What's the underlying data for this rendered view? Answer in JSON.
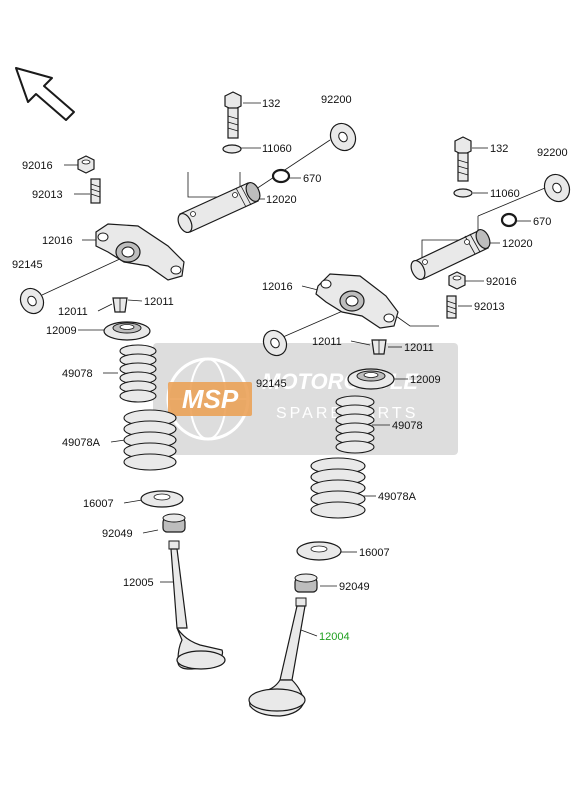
{
  "colors": {
    "part_fill": "#e9e9e9",
    "part_dark": "#bdbdbd",
    "outline": "#1a1a1a",
    "label": "#111111",
    "highlight_label": "#1fa01f",
    "watermark_bg": "#d8d8d8",
    "watermark_accent": "#e8923c"
  },
  "watermark": {
    "logo": "MSP",
    "line1": "MOTORCYCLE",
    "line2": "SPARE PARTS"
  },
  "icons": {
    "direction": "front-direction-arrow-icon"
  },
  "callouts": [
    {
      "id": "c132a",
      "text": "132"
    },
    {
      "id": "c92200a",
      "text": "92200"
    },
    {
      "id": "c11060a",
      "text": "11060"
    },
    {
      "id": "c670a",
      "text": "670"
    },
    {
      "id": "c12020a",
      "text": "12020"
    },
    {
      "id": "c92016a",
      "text": "92016"
    },
    {
      "id": "c92013a",
      "text": "92013"
    },
    {
      "id": "c12016a",
      "text": "12016"
    },
    {
      "id": "c92145a",
      "text": "92145"
    },
    {
      "id": "c12011a",
      "text": "12011"
    },
    {
      "id": "c12011b",
      "text": "12011"
    },
    {
      "id": "c12009a",
      "text": "12009"
    },
    {
      "id": "c49078a",
      "text": "49078"
    },
    {
      "id": "c49078Aa",
      "text": "49078A"
    },
    {
      "id": "c16007a",
      "text": "16007"
    },
    {
      "id": "c92049a",
      "text": "92049"
    },
    {
      "id": "c12005",
      "text": "12005"
    },
    {
      "id": "c132b",
      "text": "132"
    },
    {
      "id": "c92200b",
      "text": "92200"
    },
    {
      "id": "c11060b",
      "text": "11060"
    },
    {
      "id": "c670b",
      "text": "670"
    },
    {
      "id": "c12020b",
      "text": "12020"
    },
    {
      "id": "c92016b",
      "text": "92016"
    },
    {
      "id": "c92013b",
      "text": "92013"
    },
    {
      "id": "c12016b",
      "text": "12016"
    },
    {
      "id": "c12011c",
      "text": "12011"
    },
    {
      "id": "c12011d",
      "text": "12011"
    },
    {
      "id": "c92145b",
      "text": "92145"
    },
    {
      "id": "c12009b",
      "text": "12009"
    },
    {
      "id": "c49078b",
      "text": "49078"
    },
    {
      "id": "c49078Ab",
      "text": "49078A"
    },
    {
      "id": "c16007b",
      "text": "16007"
    },
    {
      "id": "c92049b",
      "text": "92049"
    },
    {
      "id": "c12004",
      "text": "12004",
      "highlight": true
    }
  ]
}
